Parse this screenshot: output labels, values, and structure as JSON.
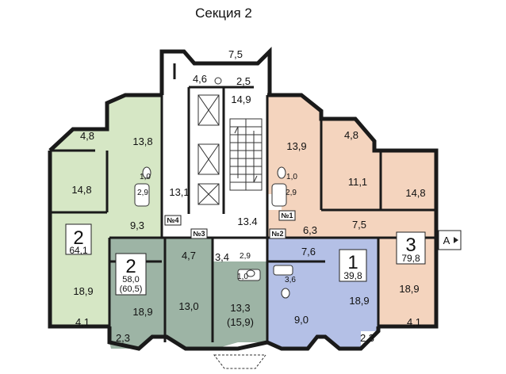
{
  "title": "Секция 2",
  "colors": {
    "apt_green": "#d6e7c5",
    "apt_gray": "#9db4a5",
    "apt_blue": "#b4c0e6",
    "apt_peach": "#f4d4be",
    "core": "#ffffff",
    "wall": "#1a1a1a"
  },
  "apartments": [
    {
      "id": "apt-2-left",
      "rooms_label": "2",
      "area_label": "64,1"
    },
    {
      "id": "apt-2-gray",
      "rooms_label": "2",
      "area_label": "58,0",
      "area_alt_label": "(60,5)"
    },
    {
      "id": "apt-1",
      "rooms_label": "1",
      "area_label": "39,8"
    },
    {
      "id": "apt-3",
      "rooms_label": "3",
      "area_label": "79,8"
    }
  ],
  "rooms": {
    "left_balcony": "4,8",
    "left_kitchen": "13,8",
    "left_room_top": "14,8",
    "left_bath": "1,0",
    "left_wc": "2,9",
    "left_hall": "9,3",
    "left_room_bottom": "18,9",
    "left_loggia": "4,1",
    "gray_room": "18,9",
    "gray_loggia": "2,3",
    "gray_hall": "4,7",
    "gray_kitchen": "13,0",
    "stair_top": "7,5",
    "lift_hall": "4,6",
    "vestibule": "2,5",
    "corridor_top": "14,9",
    "corridor_left": "13,1",
    "corridor_main": "13.4",
    "center_hall": "3,4",
    "center_bath": "2,9",
    "center_wc": "1,0",
    "center_room": "13,3",
    "center_room_alt": "(15,9)",
    "blue_hall": "7,6",
    "blue_wc": "3,6",
    "blue_kitchen": "9,0",
    "blue_room": "18,9",
    "blue_loggia": "2,3",
    "right_kitchen": "13,9",
    "right_bath": "1,0",
    "right_wc": "2,9",
    "right_balcony": "4,8",
    "right_room_mid": "11,1",
    "right_room_top": "14,8",
    "right_hall_small": "6,3",
    "right_hall": "7,5",
    "right_room_bottom": "18,9",
    "right_loggia": "4,1"
  },
  "door_tags": {
    "n1": "№1",
    "n2": "№2",
    "n3": "№3",
    "n4": "№4"
  },
  "entrance_label": "А",
  "icons": [
    "arrow-right-icon"
  ]
}
